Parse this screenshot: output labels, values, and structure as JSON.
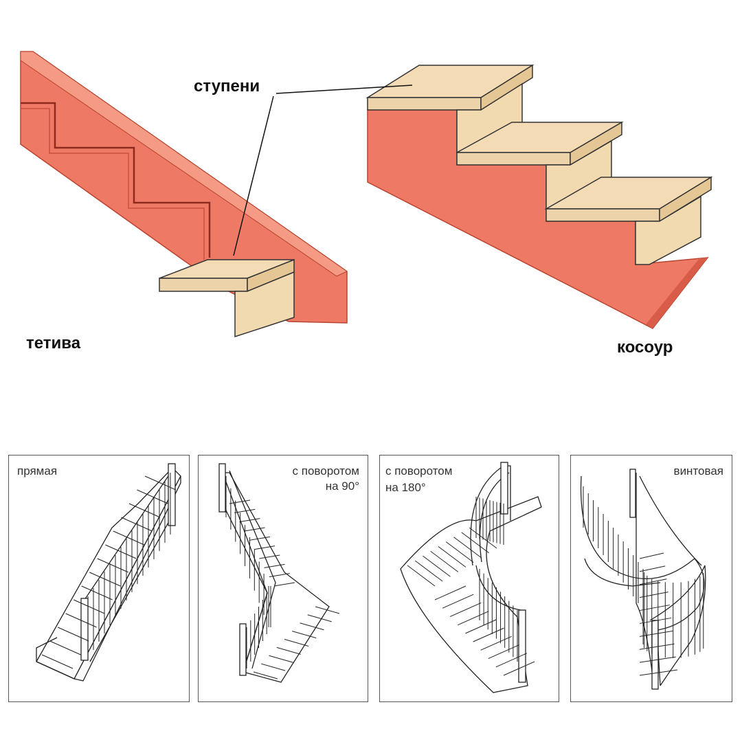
{
  "labels": {
    "steps": "ступени",
    "bowstring": "тетива",
    "stringer": "косоур"
  },
  "stair_types": [
    {
      "line1": "прямая",
      "line2": ""
    },
    {
      "line1": "с поворотом",
      "line2": "на 90°"
    },
    {
      "line1": "с поворотом",
      "line2": "на 180°"
    },
    {
      "line1": "винтовая",
      "line2": ""
    }
  ],
  "colors": {
    "stringer": "#ee7a66",
    "stringer_dark": "#c94a3a",
    "tread": "#f3dbb5",
    "tread_side": "#ead0a4",
    "outline": "#222222"
  }
}
